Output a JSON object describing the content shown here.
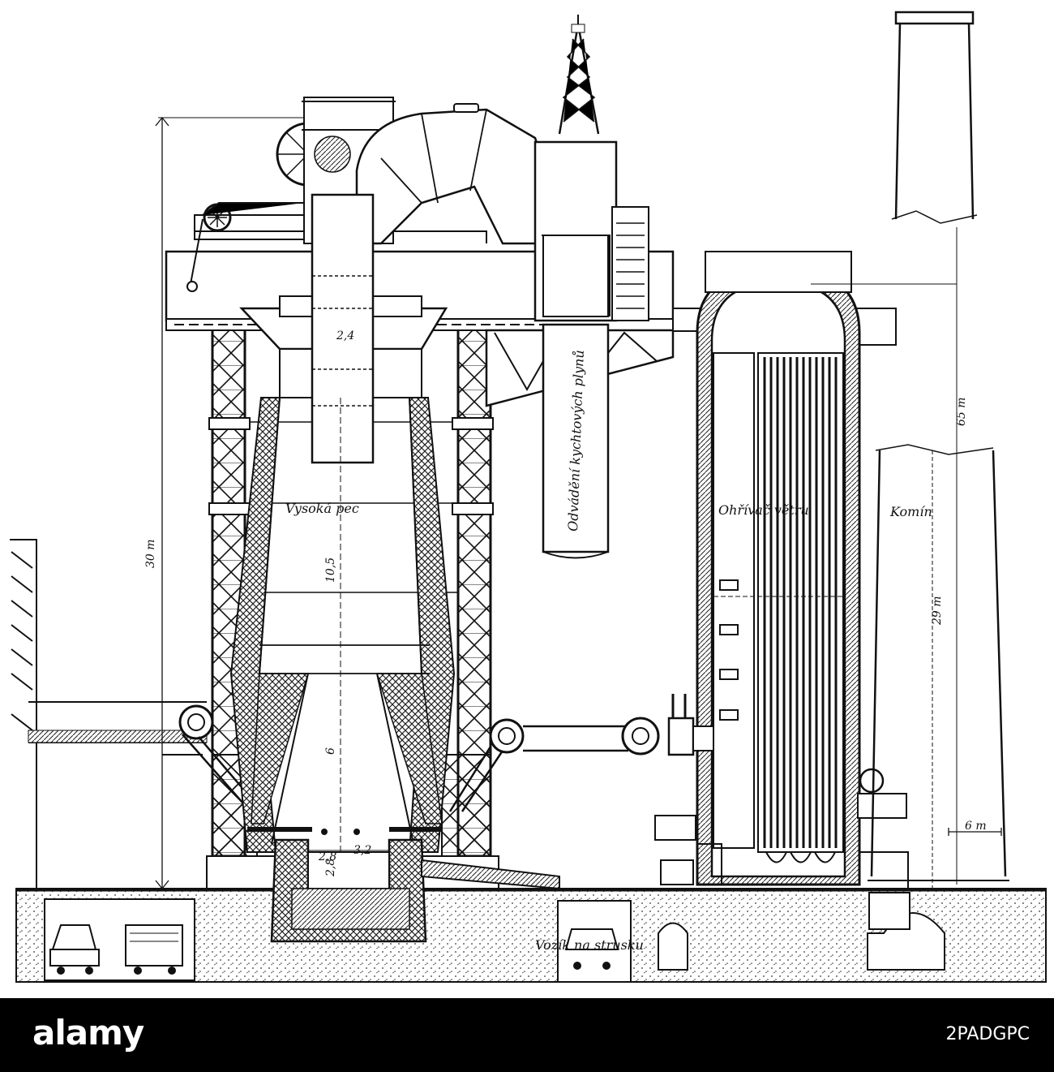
{
  "labels": {
    "furnace": "Vysoká pec",
    "boiler": "Ohřívač větru",
    "chimney": "Komín",
    "gas_pipe": "Odvádění kychtových plynů",
    "tunnel": "Vozík na strusku"
  },
  "dimensions": {
    "total_height": "30 m",
    "shaft_height": "10,5",
    "bosh_height": "6",
    "top_width": "2,4",
    "hearth_width": "2,8",
    "hearth_width2": "3,2",
    "hearth_height": "2,8",
    "chimney_height": "65 m",
    "chimney_low": "29 m",
    "chimney_base": "6 m"
  },
  "watermark": {
    "brand": "alamy",
    "image_id": "2PADGPC"
  }
}
